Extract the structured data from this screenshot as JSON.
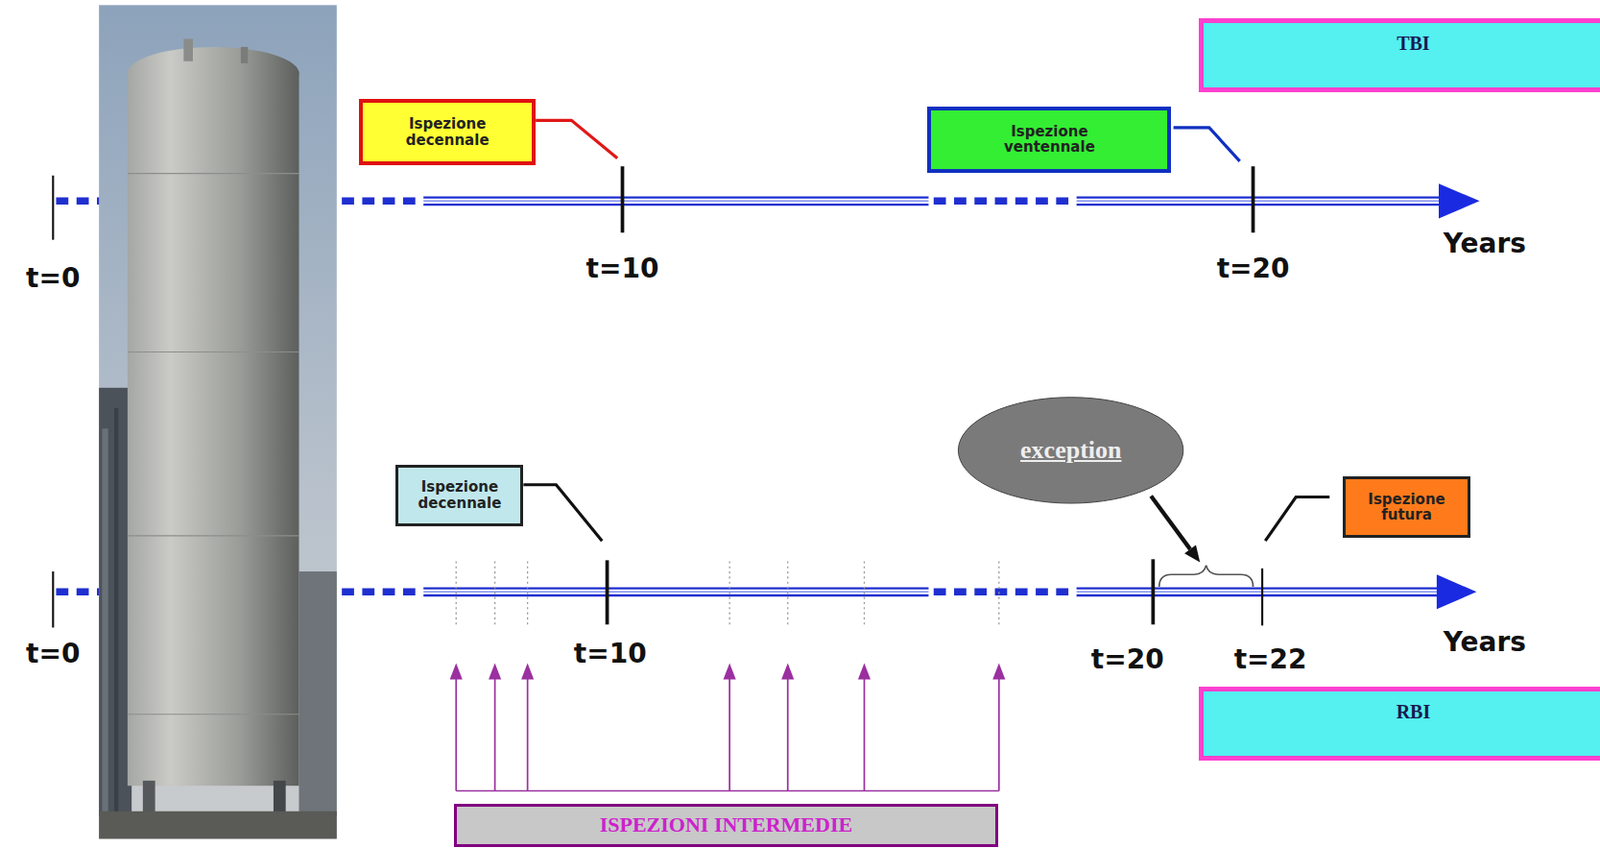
{
  "diagram": {
    "nodes": [
      {
        "text": [
          "TBI"
        ]
      },
      {
        "text": [
          "Ispezione decennale"
        ]
      },
      {
        "text": [
          "Ispezione ventennale"
        ]
      },
      {
        "text": [
          "exception"
        ]
      },
      {
        "text": [
          "Ispezione decennale"
        ]
      },
      {
        "text": [
          "Ispezione futura"
        ]
      },
      {
        "text": [
          "RBI"
        ]
      },
      {
        "text": [
          "ISPEZIONI INTERMEDIE"
        ]
      }
    ],
    "labels": [
      "t=0",
      "t=10",
      "t=20",
      "Years",
      "t=0",
      "t=10",
      "t=20",
      "t=22",
      "Years"
    ]
  }
}
